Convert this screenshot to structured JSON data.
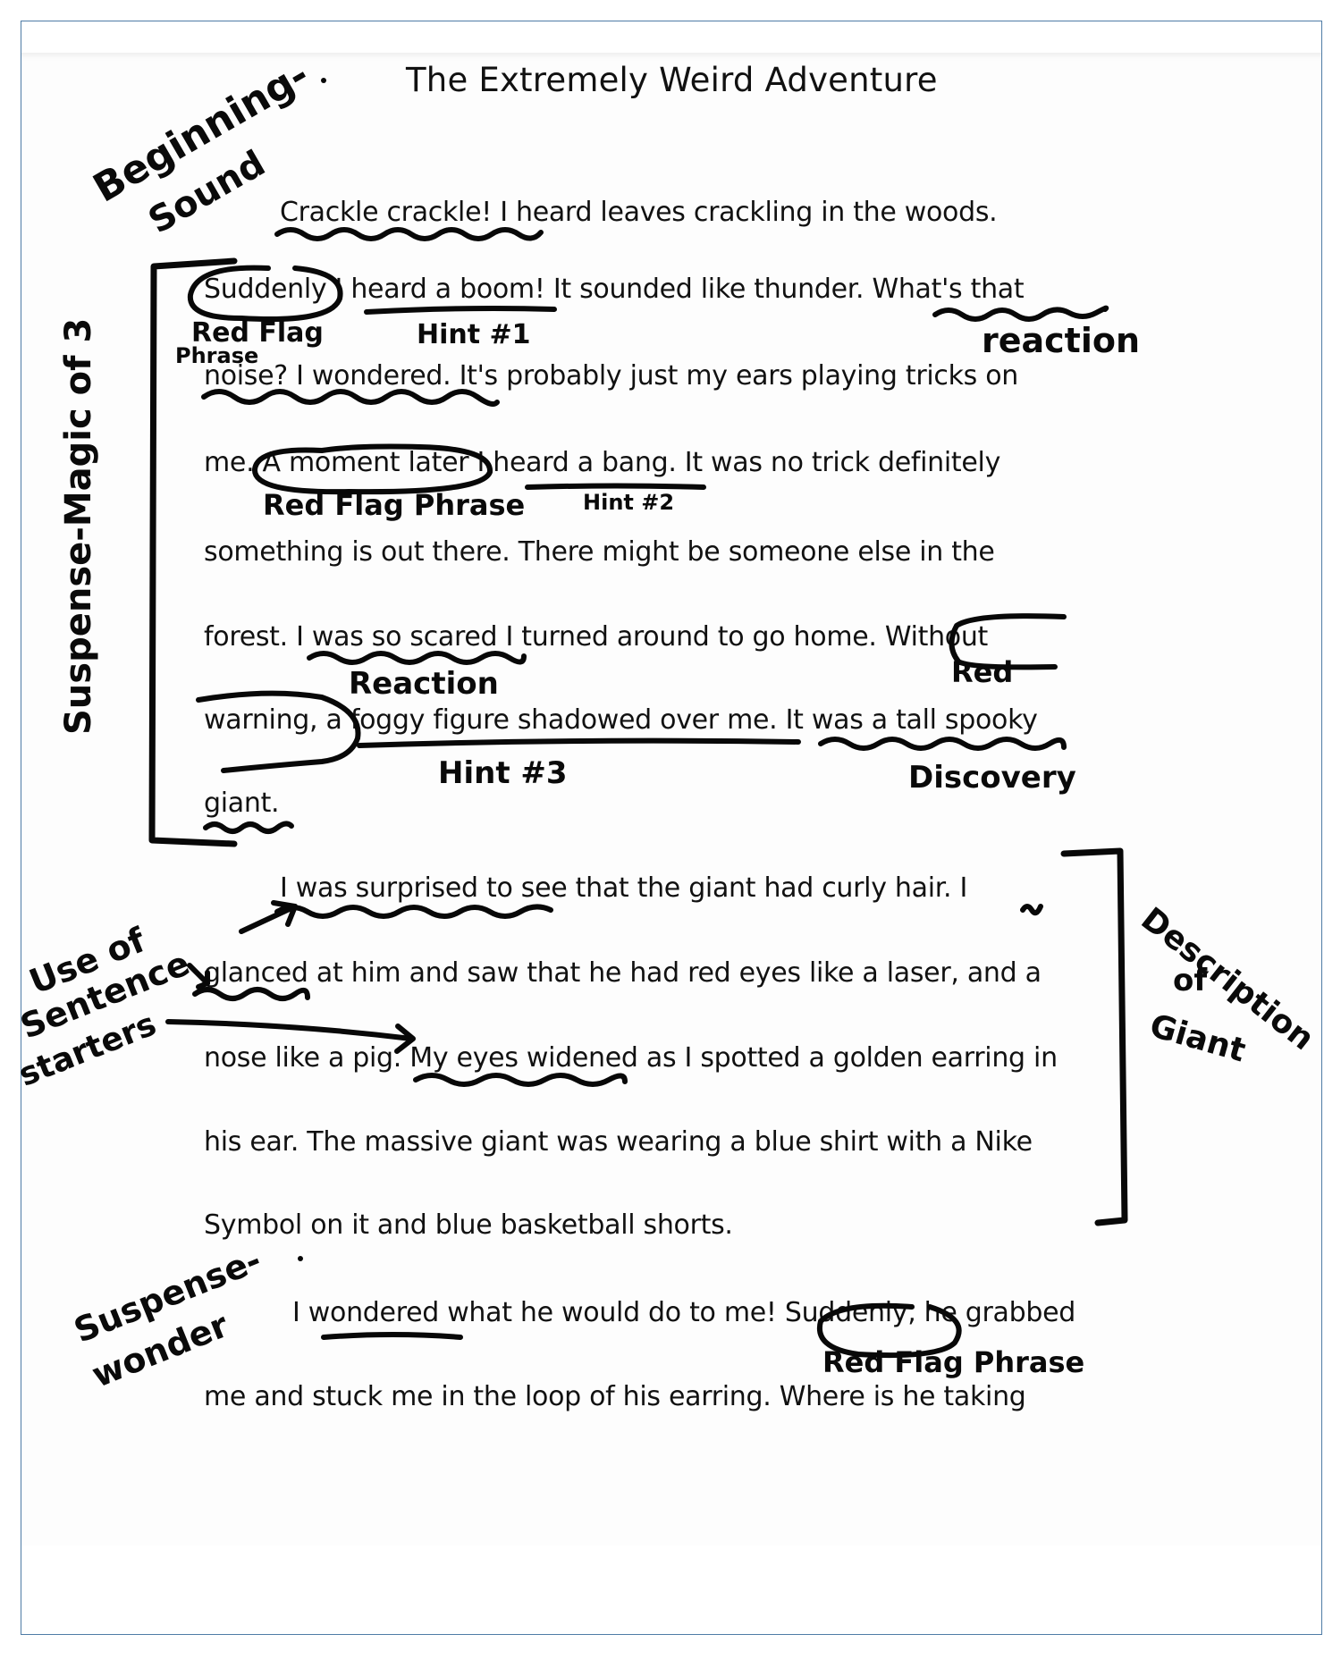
{
  "document": {
    "title": "The Extremely Weird Adventure",
    "lines": [
      "Crackle crackle! I heard leaves crackling in the woods.",
      "Suddenly I heard a boom! It sounded like thunder. What's that",
      "noise? I wondered. It's probably just my ears playing tricks on",
      "me. A moment later I heard a bang. It was no trick definitely",
      "something is out there. There might be someone else in the",
      "forest. I was so scared I turned around to go home. Without",
      "warning, a foggy figure shadowed over me. It was a tall spooky",
      "giant.",
      "I was surprised to see that the giant had curly hair. I",
      "glanced at him and saw that he had red eyes like a laser, and a",
      "nose like a pig. My eyes widened as I spotted a golden earring in",
      "his ear. The massive giant was wearing a blue shirt with a Nike",
      "Symbol on it and blue basketball shorts.",
      "I wondered what he would  do to me! Suddenly, he grabbed",
      "me and stuck me in the loop of his earring. Where is he taking"
    ]
  },
  "annotations": {
    "beginning": "Beginning-",
    "sound": "Sound",
    "suspense_magic": "Suspense-Magic of 3",
    "red_flag_1a": "Red Flag",
    "red_flag_1b": "Phrase",
    "hint_1": "Hint #1",
    "reaction_1": "reaction",
    "red_flag_2": "Red Flag Phrase",
    "hint_2": "Hint #2",
    "reaction_2": "Reaction",
    "red_3": "Red",
    "hint_3": "Hint #3",
    "discovery": "Discovery",
    "use_of": "Use of",
    "sentence": "Sentence",
    "starters": "starters",
    "description": "Description",
    "of": "of",
    "giant": "Giant",
    "suspense": "Suspense-",
    "wonder": "wonder",
    "red_flag_4": "Red Flag Phrase"
  },
  "colors": {
    "ink": "#080808",
    "frame_border": "#4f7ca6",
    "paper": "#fdfdfd"
  }
}
